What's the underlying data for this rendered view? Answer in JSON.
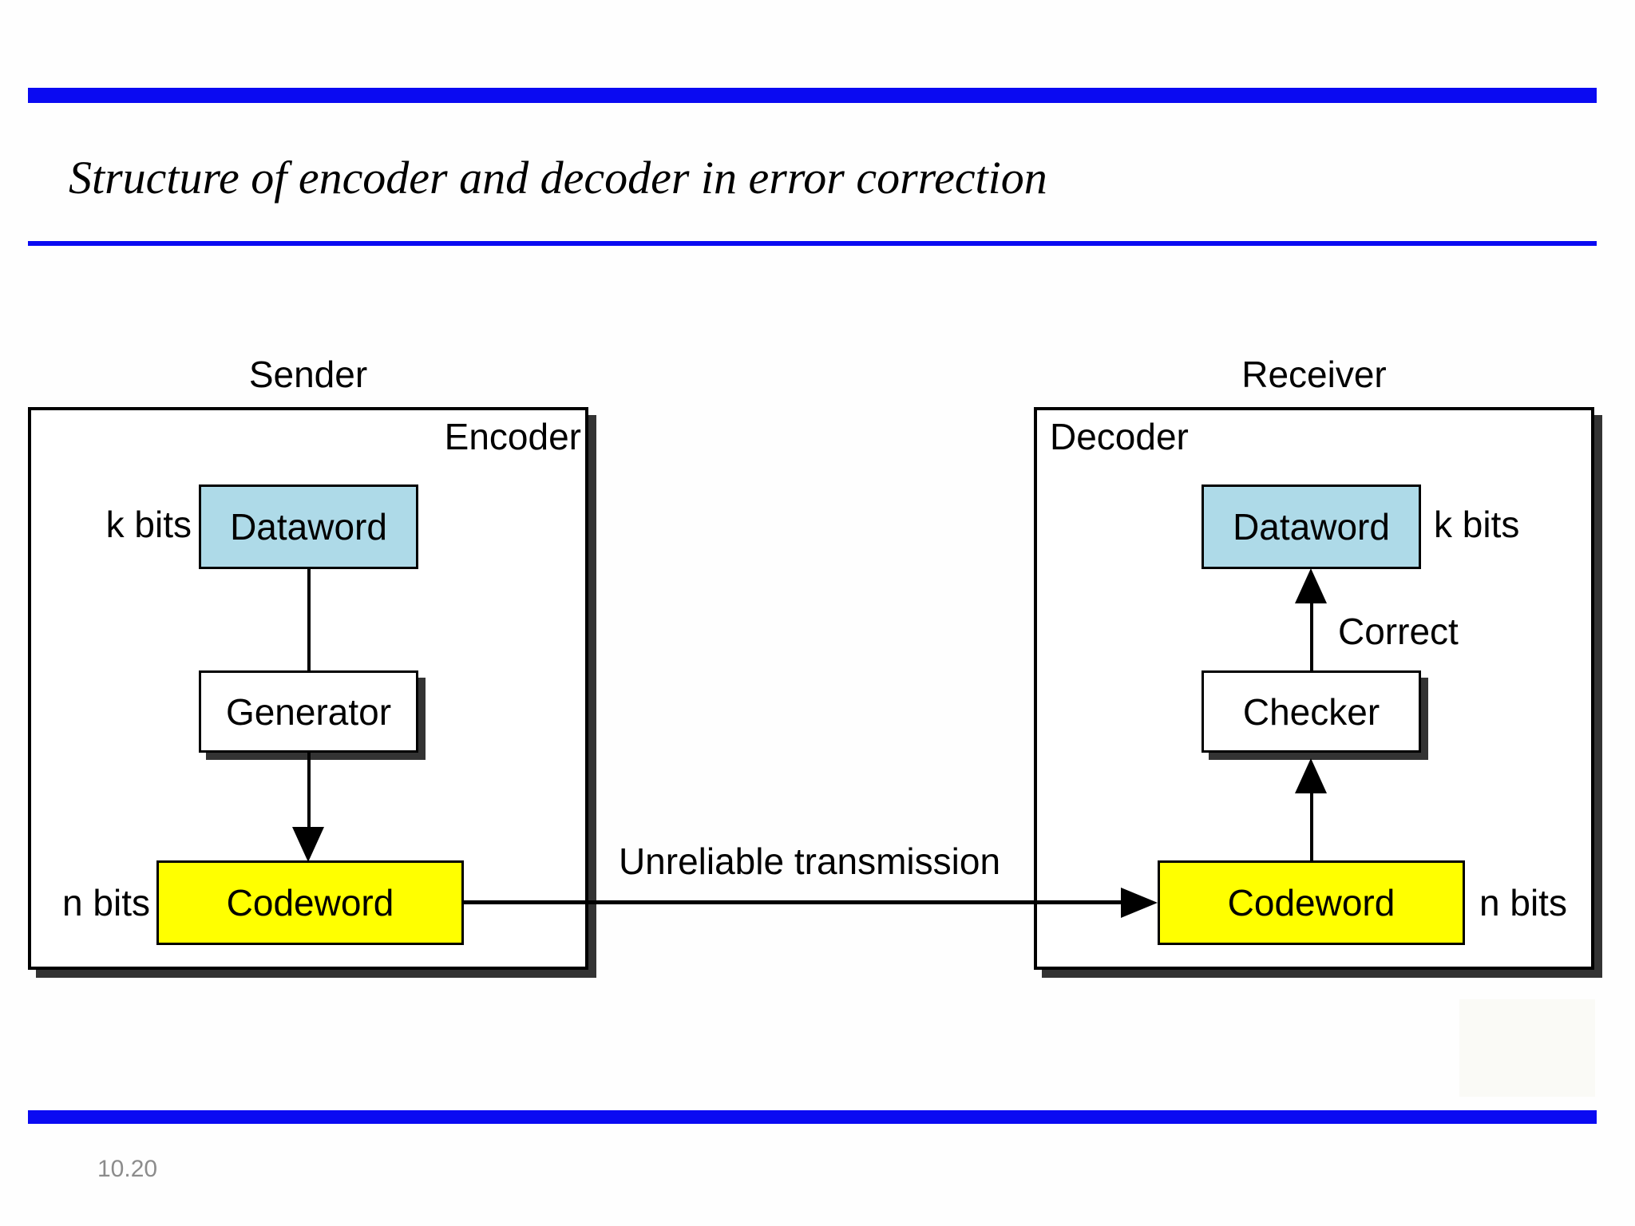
{
  "slide": {
    "title": "Structure of encoder and decoder in error correction",
    "footer_page_number": "10.20"
  },
  "colors": {
    "accent_blue": "#0a0af2",
    "dataword_fill": "#aedae8",
    "codeword_fill": "#ffff00",
    "box_shadow": "#333333",
    "footer_text": "#8c8c8c"
  },
  "diagram": {
    "transmission_label": "Unreliable transmission",
    "sender": {
      "title": "Sender",
      "box_label": "Encoder",
      "dataword_label": "Dataword",
      "dataword_bits": "k bits",
      "generator_label": "Generator",
      "codeword_label": "Codeword",
      "codeword_bits": "n bits"
    },
    "receiver": {
      "title": "Receiver",
      "box_label": "Decoder",
      "dataword_label": "Dataword",
      "dataword_bits": "k bits",
      "checker_label": "Checker",
      "correct_label": "Correct",
      "codeword_label": "Codeword",
      "codeword_bits": "n bits"
    }
  }
}
